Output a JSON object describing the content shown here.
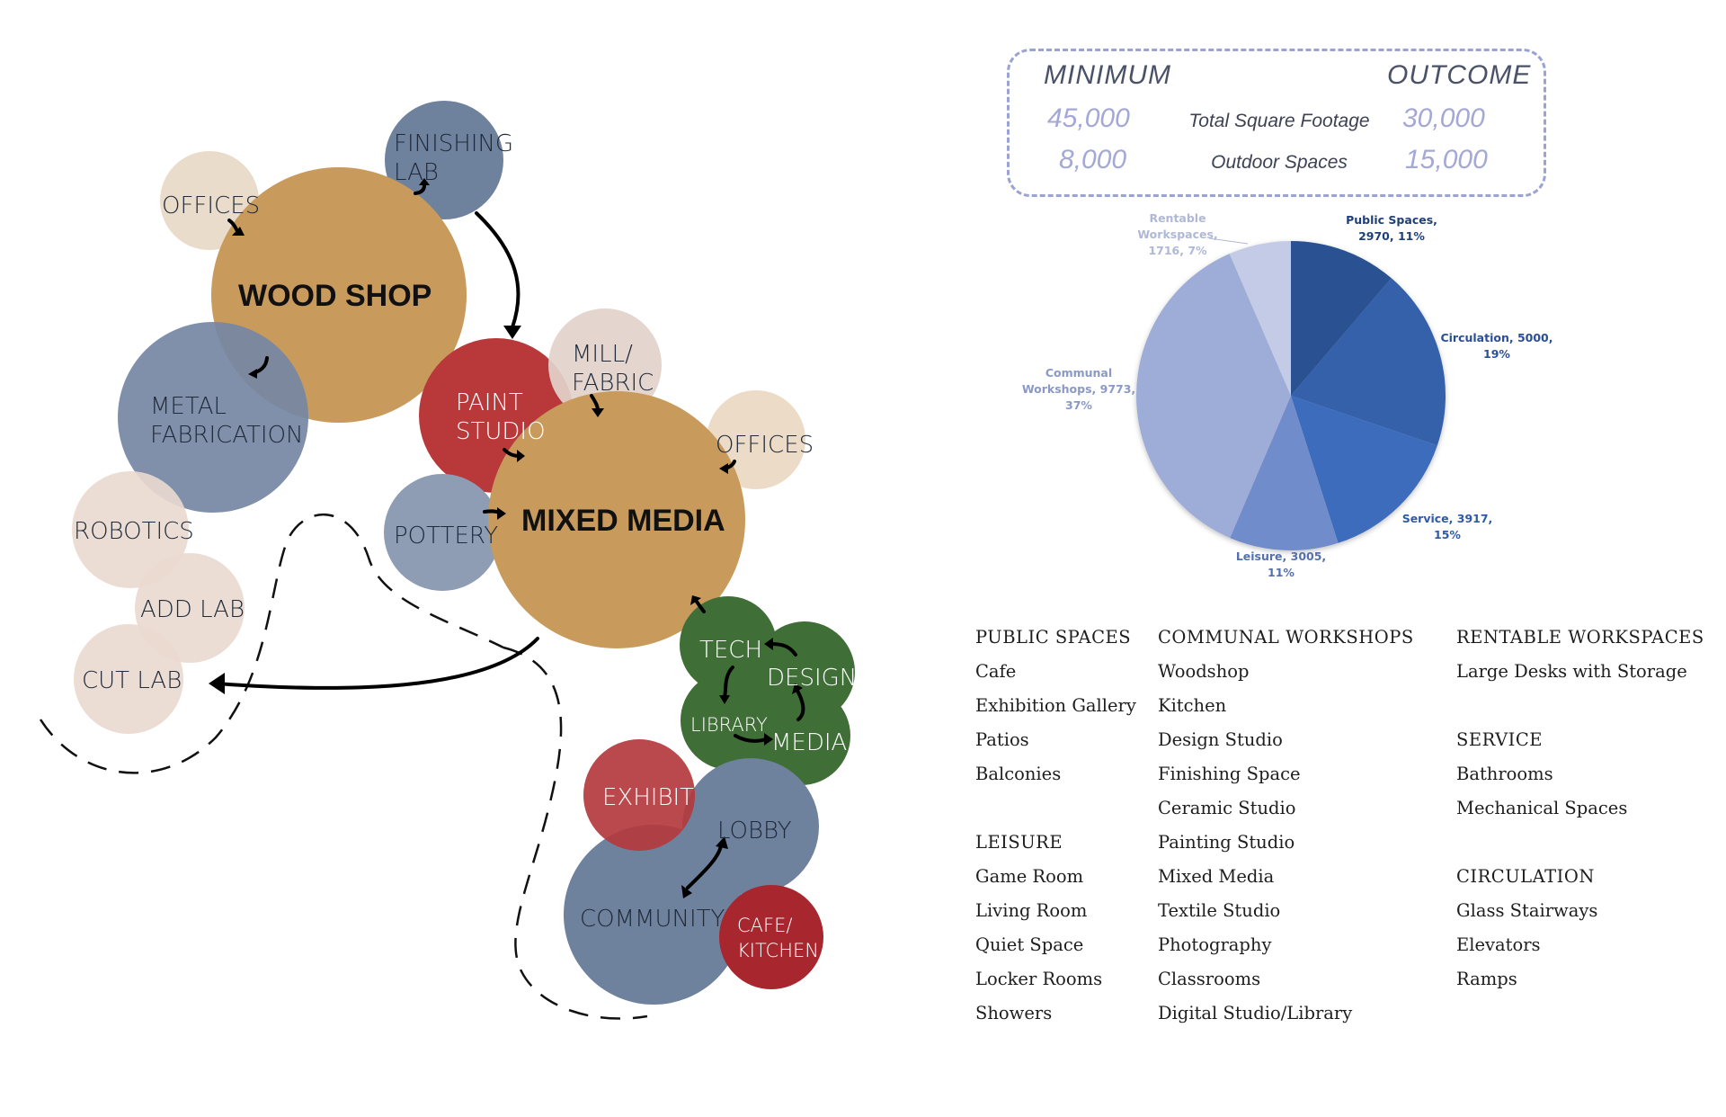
{
  "diagram": {
    "bubbles": [
      {
        "id": "offices-1",
        "label": "OFFICES",
        "color": "#e8d8c4"
      },
      {
        "id": "finishing-lab",
        "label_lines": [
          "FINISHING",
          "LAB"
        ],
        "color": "#6e819d"
      },
      {
        "id": "wood-shop",
        "label": "WOOD SHOP",
        "color": "#c89a5c"
      },
      {
        "id": "metal-fabrication",
        "label_lines": [
          "METAL",
          "FABRICATION"
        ],
        "color": "#7587a3"
      },
      {
        "id": "paint-studio",
        "label_lines": [
          "PAINT",
          "STUDIO"
        ],
        "color": "#b9393b"
      },
      {
        "id": "mill-fabric",
        "label_lines": [
          "MILL/",
          "FABRIC"
        ],
        "color": "#e2d3cb"
      },
      {
        "id": "offices-2",
        "label": "OFFICES",
        "color": "#ecdcc7"
      },
      {
        "id": "pottery",
        "label": "POTTERY",
        "color": "#8e9cb4"
      },
      {
        "id": "mixed-media",
        "label": "MIXED MEDIA",
        "color": "#c89a5c"
      },
      {
        "id": "robotics",
        "label": "ROBOTICS",
        "color": "#ead9cf"
      },
      {
        "id": "add-lab",
        "label": "ADD LAB",
        "color": "#ead9cf"
      },
      {
        "id": "cut-lab",
        "label": "CUT LAB",
        "color": "#ead9cf"
      },
      {
        "id": "tech",
        "label": "TECH",
        "color": "#3f6e36"
      },
      {
        "id": "design",
        "label": "DESIGN",
        "color": "#3f6e36"
      },
      {
        "id": "library",
        "label": "LIBRARY",
        "color": "#3f6e36"
      },
      {
        "id": "media",
        "label": "MEDIA",
        "color": "#3f6e36"
      },
      {
        "id": "exhibit",
        "label": "EXHIBIT",
        "color": "#b33a3d"
      },
      {
        "id": "lobby",
        "label": "LOBBY",
        "color": "#6e819d"
      },
      {
        "id": "community",
        "label": "COMMUNITY",
        "color": "#6e819d"
      },
      {
        "id": "cafe-kitchen",
        "label_lines": [
          "CAFE/",
          "KITCHEN"
        ],
        "color": "#a8262d"
      }
    ]
  },
  "summary": {
    "minimum_label": "MINIMUM",
    "outcome_label": "OUTCOME",
    "rows": [
      {
        "label": "Total Square Footage",
        "minimum": "45,000",
        "outcome": "30,000"
      },
      {
        "label": "Outdoor Spaces",
        "minimum": "8,000",
        "outcome": "15,000"
      }
    ]
  },
  "chart_data": {
    "type": "pie",
    "slices": [
      {
        "name": "Public Spaces",
        "value": 2970,
        "percent": "11%",
        "color": "#2b5191",
        "label_lines": [
          "Public Spaces,",
          "2970, 11%"
        ],
        "label_color": "#1f3f7a"
      },
      {
        "name": "Circulation",
        "value": 5000,
        "percent": "19%",
        "color": "#3560aa",
        "label_lines": [
          "Circulation, 5000,",
          "19%"
        ],
        "label_color": "#2a4f96"
      },
      {
        "name": "Service",
        "value": 3917,
        "percent": "15%",
        "color": "#3e6cbc",
        "label_lines": [
          "Service, 3917,",
          "15%"
        ],
        "label_color": "#2f5aa6"
      },
      {
        "name": "Leisure",
        "value": 3005,
        "percent": "11%",
        "color": "#6f8cca",
        "label_lines": [
          "Leisure, 3005,",
          "11%"
        ],
        "label_color": "#5470ae"
      },
      {
        "name": "Communal Workshops",
        "value": 9773,
        "percent": "37%",
        "color": "#9eacd8",
        "label_lines": [
          "Communal",
          "Workshops, 9773,",
          "37%"
        ],
        "label_color": "#8a99c6"
      },
      {
        "name": "Rentable Workspaces",
        "value": 1716,
        "percent": "7%",
        "color": "#c4cbe6",
        "label_lines": [
          "Rentable",
          "Workspaces,",
          "1716, 7%"
        ],
        "label_color": "#b0b8d8"
      }
    ]
  },
  "program": {
    "columns": [
      [
        {
          "heading": "PUBLIC SPACES",
          "items": [
            "Cafe",
            "Exhibition Gallery",
            "Patios",
            "Balconies"
          ]
        },
        {
          "heading": "LEISURE",
          "items": [
            "Game Room",
            "Living Room",
            "Quiet Space",
            "Locker Rooms",
            "Showers"
          ]
        }
      ],
      [
        {
          "heading": "COMMUNAL WORKSHOPS",
          "items": [
            "Woodshop",
            "Kitchen",
            "Design Studio",
            "Finishing Space",
            "Ceramic Studio",
            "Painting Studio",
            "Mixed Media",
            "Textile Studio",
            "Photography",
            "Classrooms",
            "Digital Studio/Library"
          ]
        }
      ],
      [
        {
          "heading": "RENTABLE WORKSPACES",
          "items": [
            "Large Desks with Storage"
          ]
        },
        {
          "heading": "SERVICE",
          "items": [
            "Bathrooms",
            "Mechanical Spaces"
          ]
        },
        {
          "heading": "CIRCULATION",
          "items": [
            "Glass Stairways",
            "Elevators",
            "Ramps"
          ]
        }
      ]
    ]
  }
}
